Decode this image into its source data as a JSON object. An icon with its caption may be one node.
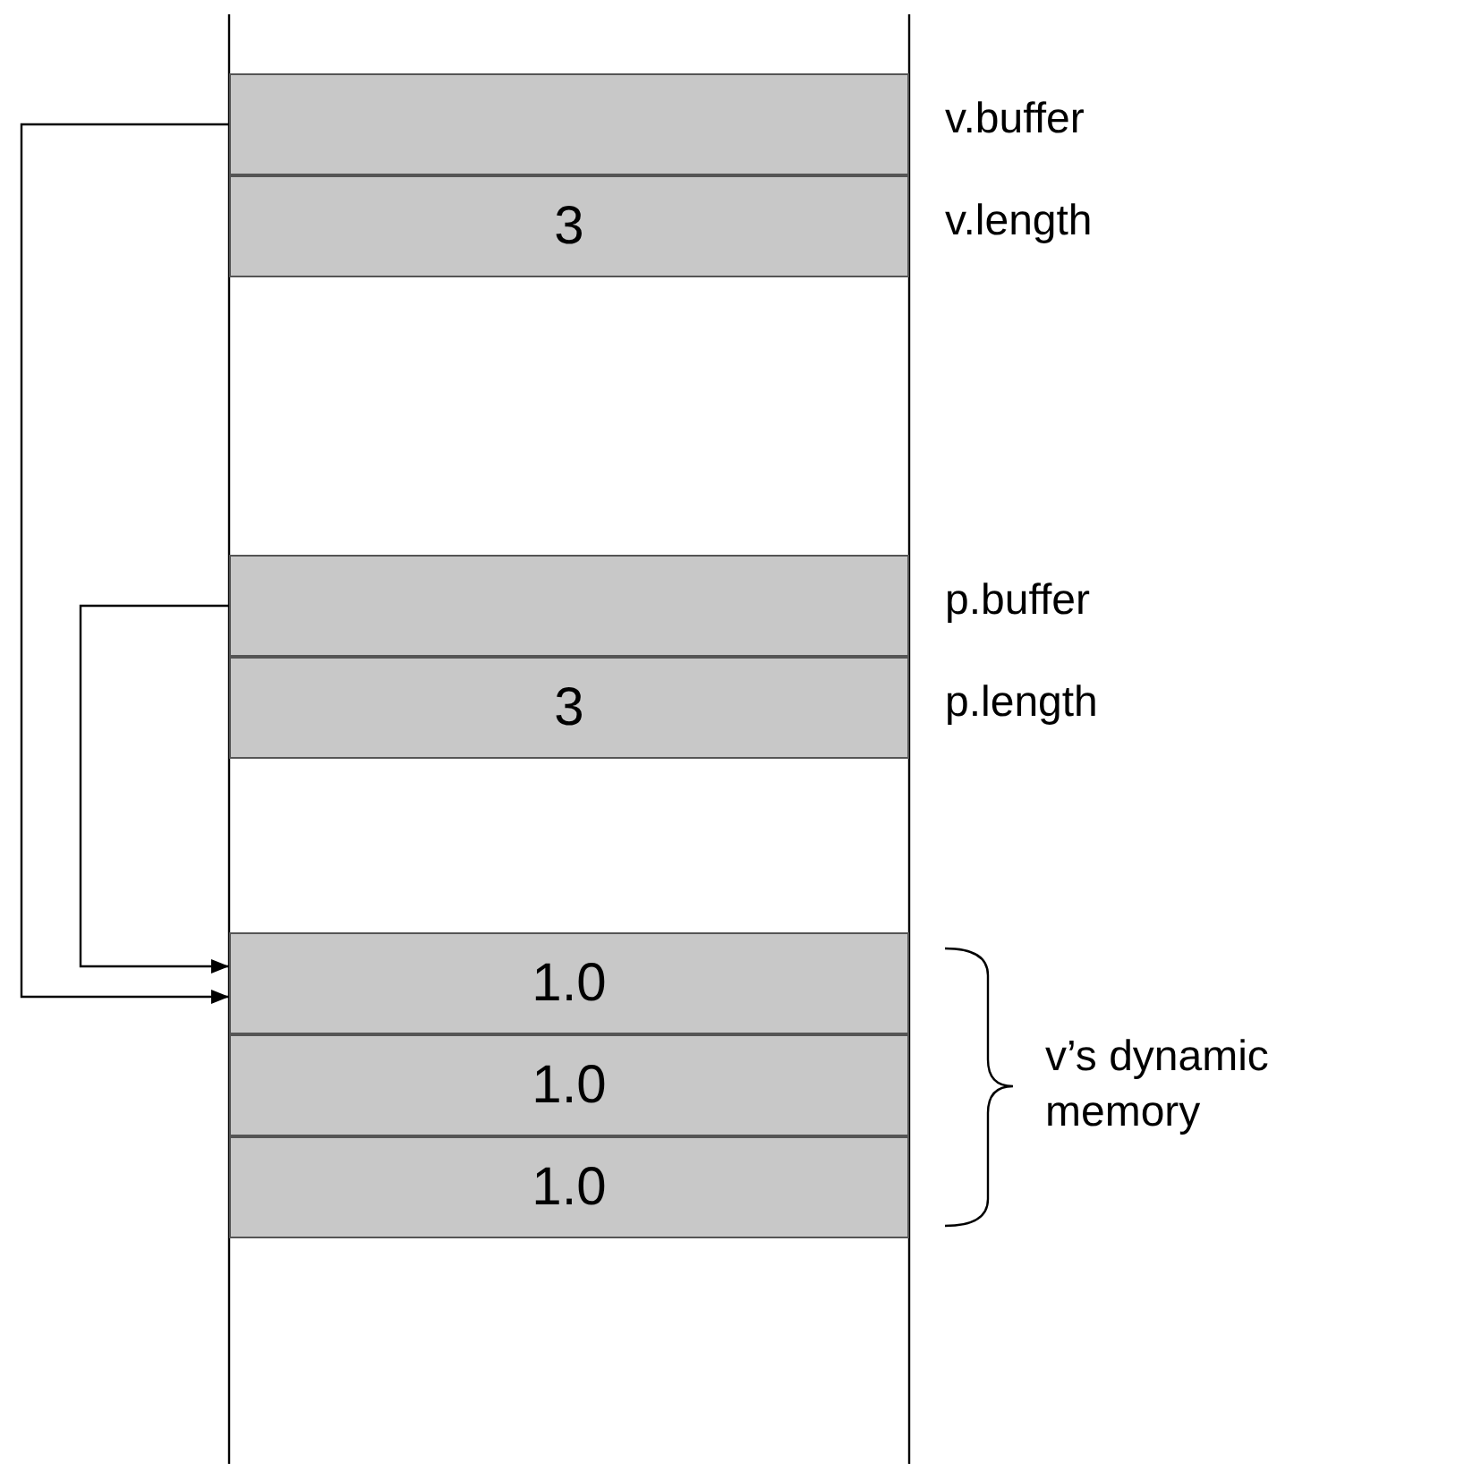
{
  "diagram": {
    "nodes": [
      {
        "text": [],
        "shape": "box",
        "beside": [
          "v.buffer"
        ]
      },
      {
        "text": [
          "3"
        ],
        "beside": [
          "v.length"
        ]
      },
      {
        "text": [],
        "shape": "box",
        "beside": [
          "p.buffer"
        ]
      },
      {
        "text": [
          "3"
        ],
        "beside": [
          "p.length"
        ]
      },
      {
        "text": [
          "1.0"
        ]
      },
      {
        "text": [
          "1.0"
        ]
      },
      {
        "text": [
          "1.0"
        ]
      }
    ],
    "edges": [
      {
        "from": 0,
        "to": 4,
        "arrow": "to"
      },
      {
        "from": 2,
        "to": 4,
        "arrow": "to"
      }
    ],
    "labels": [
      "v’s dynamic memory"
    ]
  }
}
